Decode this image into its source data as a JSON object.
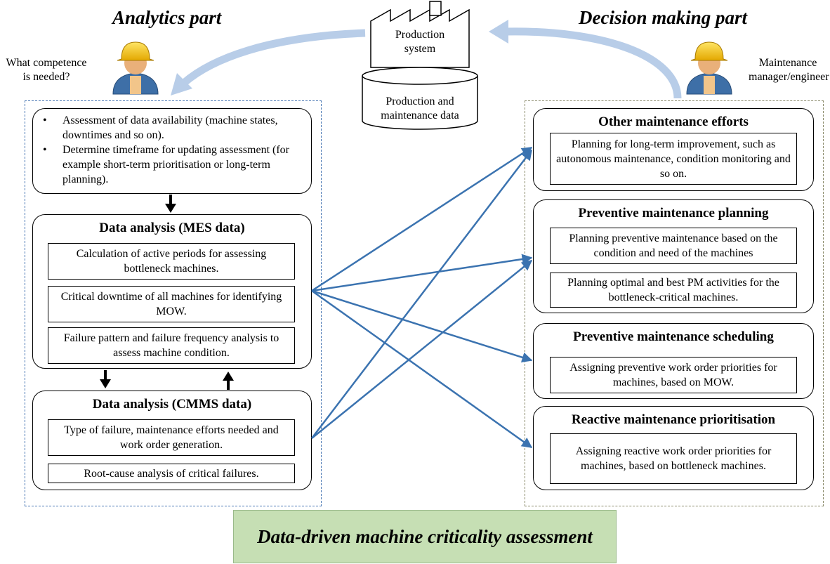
{
  "titles": {
    "analytics": "Analytics part",
    "decision": "Decision making part"
  },
  "question": "What competence is needed?",
  "manager_role": "Maintenance manager/engineer",
  "production_system": "Production system",
  "database": "Production and maintenance data",
  "prep": {
    "bullets": [
      "Assessment of data availability (machine states, downtimes and so on).",
      "Determine timeframe for updating assessment (for example short-term prioritisation or long-term planning)."
    ]
  },
  "mes": {
    "title": "Data analysis (MES data)",
    "items": [
      "Calculation of active periods for assessing bottleneck machines.",
      "Critical downtime of all machines for identifying MOW.",
      "Failure pattern and failure frequency analysis to assess machine condition."
    ]
  },
  "cmms": {
    "title": "Data analysis (CMMS data)",
    "items": [
      "Type of failure, maintenance efforts needed and work order generation.",
      "Root-cause analysis of critical failures."
    ]
  },
  "decisions": [
    {
      "title": "Other maintenance efforts",
      "items": [
        "Planning for long-term improvement, such as autonomous maintenance, condition monitoring and so on."
      ]
    },
    {
      "title": "Preventive maintenance planning",
      "items": [
        "Planning preventive maintenance based on the condition and need of the machines",
        "Planning optimal and best PM activities for the bottleneck-critical machines."
      ]
    },
    {
      "title": "Preventive maintenance scheduling",
      "items": [
        "Assigning preventive work order priorities for machines, based on MOW."
      ]
    },
    {
      "title": "Reactive maintenance prioritisation",
      "items": [
        "Assigning reactive work order priorities for machines, based on bottleneck machines."
      ]
    }
  ],
  "footer": "Data-driven machine criticality assessment",
  "colors": {
    "arrow_blue": "#3b73b0",
    "flow_arrow": "#b8cde8",
    "footer_bg": "#c6dfb4"
  },
  "icons": [
    "factory-icon",
    "database-icon",
    "worker-icon"
  ]
}
